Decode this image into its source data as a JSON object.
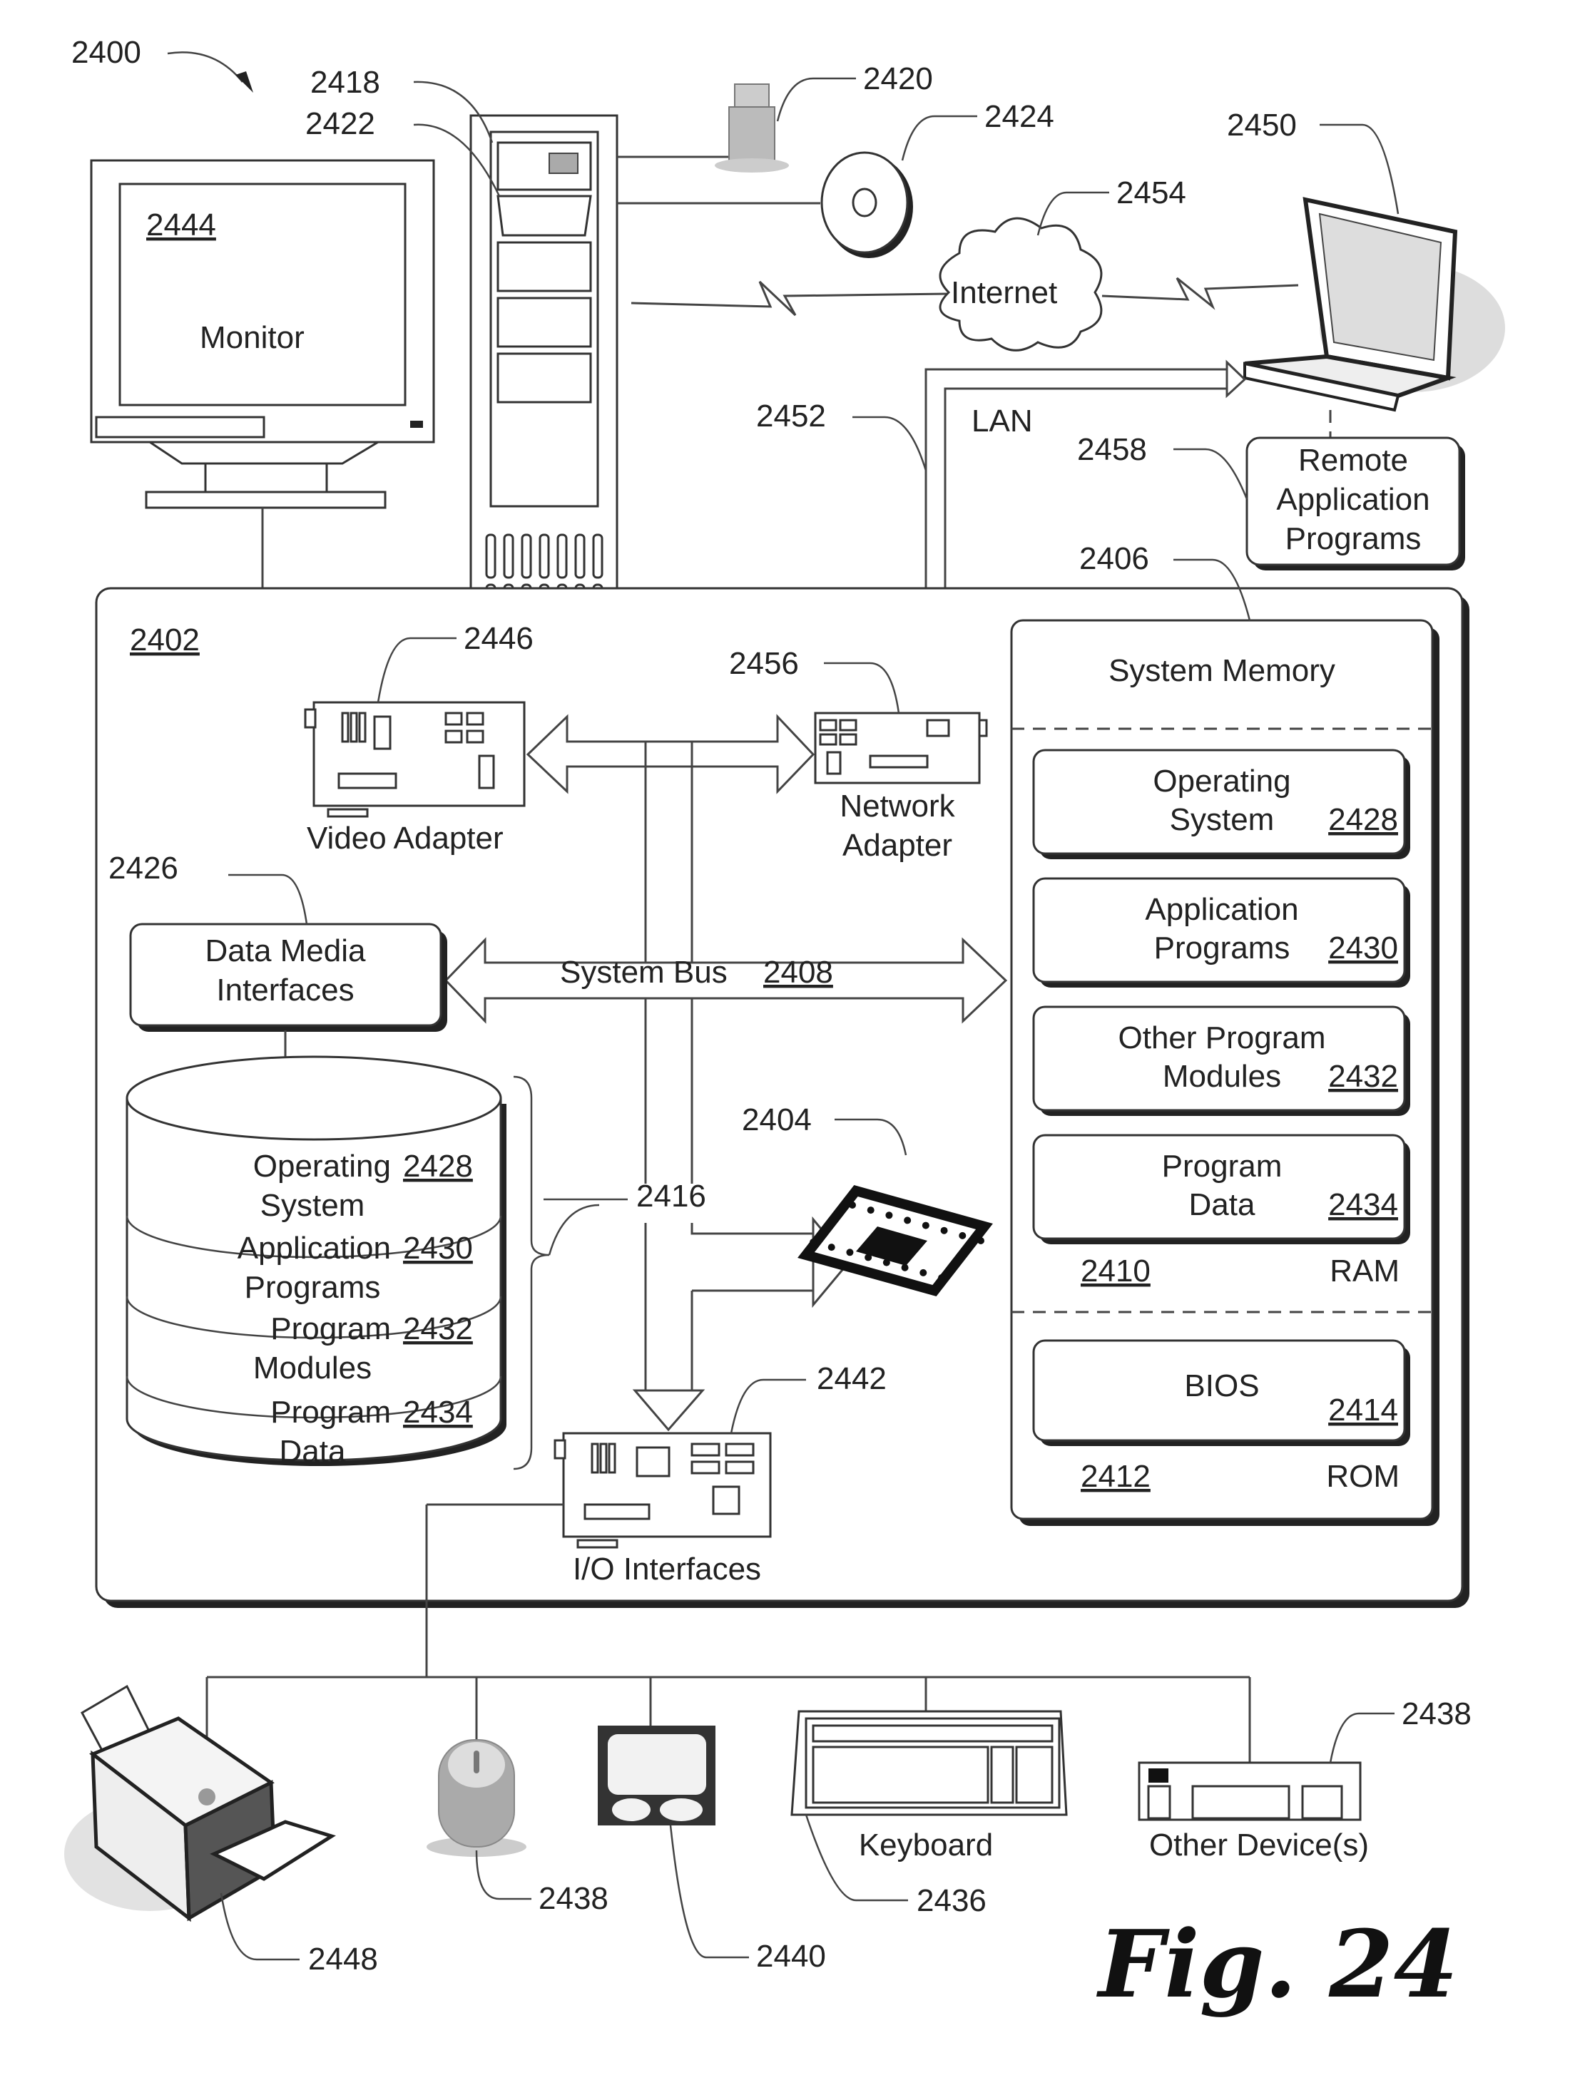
{
  "figure": {
    "ref": "2400",
    "caption": "Fig. 24"
  },
  "top": {
    "monitor": {
      "label": "Monitor",
      "ref": "2444"
    },
    "tower": {
      "ref_drive": "2418",
      "ref_media": "2422"
    },
    "usb": {
      "ref": "2420"
    },
    "disc": {
      "ref": "2424"
    },
    "internet": {
      "label": "Internet",
      "ref": "2454"
    },
    "laptop": {
      "ref": "2450"
    },
    "lan": {
      "label": "LAN",
      "ref": "2452"
    },
    "remote_apps": {
      "label_lines": [
        "Remote",
        "Application",
        "Programs"
      ],
      "ref": "2458"
    }
  },
  "computer": {
    "ref": "2402",
    "video_adapter": {
      "label": "Video Adapter",
      "ref": "2446"
    },
    "network_adapter": {
      "label_lines": [
        "Network",
        "Adapter"
      ],
      "ref": "2456"
    },
    "data_media": {
      "label_lines": [
        "Data Media",
        "Interfaces"
      ],
      "ref": "2426"
    },
    "system_bus": {
      "label": "System Bus",
      "ref": "2408"
    },
    "bus_ref": "2416",
    "processor": {
      "ref": "2404"
    },
    "io_interfaces": {
      "label": "I/O Interfaces",
      "ref": "2442"
    },
    "disk": {
      "segments": [
        {
          "lines": [
            "Operating",
            "System"
          ],
          "ref": "2428"
        },
        {
          "lines": [
            "Application",
            "Programs"
          ],
          "ref": "2430"
        },
        {
          "lines": [
            "Program",
            "Modules"
          ],
          "ref": "2432"
        },
        {
          "lines": [
            "Program",
            "Data"
          ],
          "ref": "2434"
        }
      ]
    },
    "system_memory": {
      "title": "System Memory",
      "ref": "2406",
      "ram_items": [
        {
          "lines": [
            "Operating",
            "System"
          ],
          "ref": "2428"
        },
        {
          "lines": [
            "Application",
            "Programs"
          ],
          "ref": "2430"
        },
        {
          "lines": [
            "Other Program",
            "Modules"
          ],
          "ref": "2432"
        },
        {
          "lines": [
            "Program",
            "Data"
          ],
          "ref": "2434"
        }
      ],
      "ram": {
        "label": "RAM",
        "ref": "2410"
      },
      "rom_items": [
        {
          "lines": [
            "BIOS"
          ],
          "ref": "2414"
        }
      ],
      "rom": {
        "label": "ROM",
        "ref": "2412"
      }
    }
  },
  "peripherals": {
    "printer": {
      "ref": "2448"
    },
    "mouse": {
      "ref": "2438"
    },
    "tablet": {
      "ref": "2440"
    },
    "keyboard": {
      "label": "Keyboard",
      "ref": "2436"
    },
    "other_devices": {
      "label": "Other Device(s)",
      "ref": "2438"
    }
  }
}
